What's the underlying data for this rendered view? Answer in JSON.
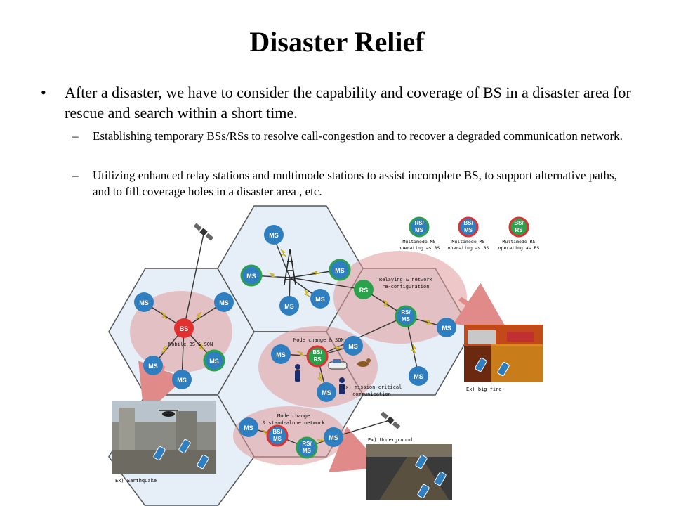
{
  "title": "Disaster Relief",
  "bullet": "After a disaster, we have to consider the capability and coverage of BS in a disaster area for rescue and search within a short time.",
  "sub_bullets": [
    "Establishing temporary BSs/RSs to resolve call-congestion and to recover a degraded communication network.",
    "Utilizing enhanced relay stations and multimode stations to assist incomplete BS, to support alternative paths, and to fill coverage holes in a disaster area , etc."
  ],
  "bullet_mark": "•",
  "dash_mark": "–",
  "legend": [
    {
      "badge": "RS/\nMS",
      "text": "Multimode MS\noperating as RS",
      "fill": "#2f7fc0",
      "ring": "#2aa14a"
    },
    {
      "badge": "BS/\nMS",
      "text": "Multimode MS\noperating as BS",
      "fill": "#2f7fc0",
      "ring": "#e03030"
    },
    {
      "badge": "BS/\nRS",
      "text": "Multimode RS\noperating as BS",
      "fill": "#2aa14a",
      "ring": "#e03030"
    }
  ],
  "zone_labels": {
    "mobile_bs": "Mobile BS & SON",
    "relaying": "Relaying & network\nre-configuration",
    "mode_change_son": "Mode change & SON",
    "mission": "Ex) mission-critical\ncommunication",
    "standalone": "Mode change\n& stand-alone network"
  },
  "photo_labels": {
    "fire": "Ex) big fire",
    "earthquake": "Ex) Earthquake",
    "underground": "Ex) Underground"
  },
  "colors": {
    "ms": "#2f7fc0",
    "rs": "#2aa14a",
    "bs": "#e03030",
    "hex_fill": "#e6eef7",
    "zone": "#e09a9a"
  }
}
